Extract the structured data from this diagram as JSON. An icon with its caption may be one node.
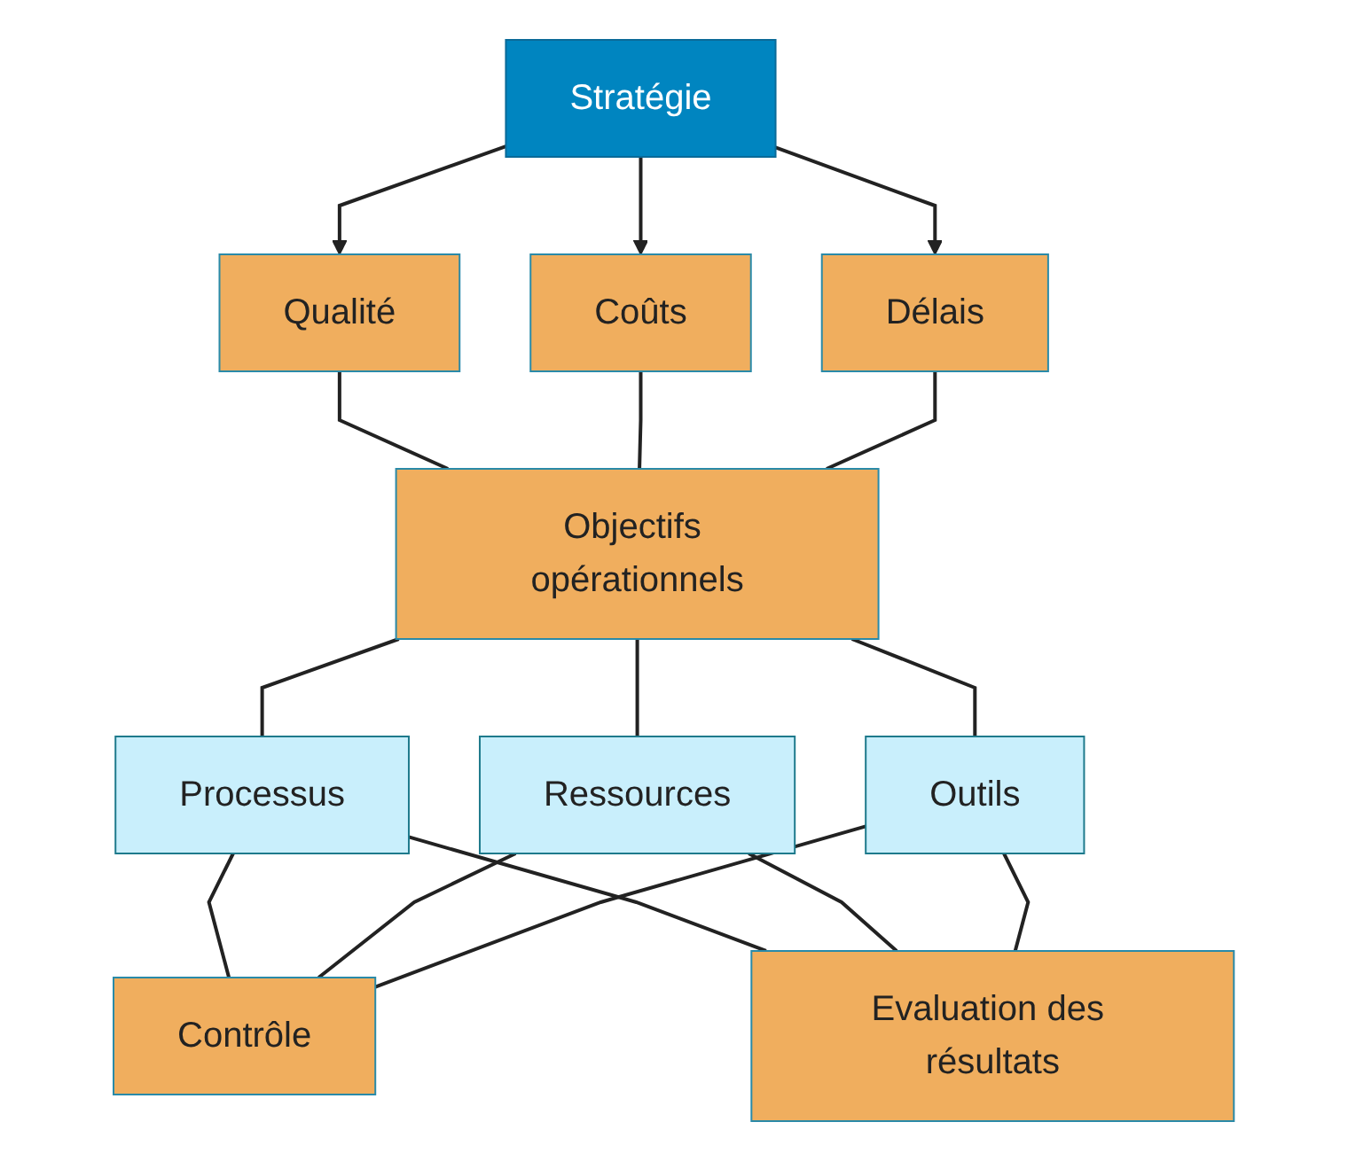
{
  "diagram": {
    "nodes": [
      {
        "text": [
          "Stratégie"
        ]
      },
      {
        "text": [
          "Qualité"
        ]
      },
      {
        "text": [
          "Coûts"
        ]
      },
      {
        "text": [
          "Délais"
        ]
      },
      {
        "text": [
          "Objectifs opérationnels"
        ]
      },
      {
        "text": [
          "Processus"
        ]
      },
      {
        "text": [
          "Ressources"
        ]
      },
      {
        "text": [
          "Outils"
        ]
      },
      {
        "text": [
          "Contrôle"
        ]
      },
      {
        "text": [
          "Evaluation des résultats"
        ]
      }
    ],
    "edges": [
      {
        "from": 0,
        "to": 1,
        "arrow": "to"
      },
      {
        "from": 0,
        "to": 2,
        "arrow": "to"
      },
      {
        "from": 0,
        "to": 3,
        "arrow": "to"
      },
      {
        "from": 1,
        "to": 4,
        "arrow": "none"
      },
      {
        "from": 2,
        "to": 4,
        "arrow": "none"
      },
      {
        "from": 3,
        "to": 4,
        "arrow": "none"
      },
      {
        "from": 4,
        "to": 5,
        "arrow": "none"
      },
      {
        "from": 4,
        "to": 6,
        "arrow": "none"
      },
      {
        "from": 4,
        "to": 7,
        "arrow": "none"
      },
      {
        "from": 5,
        "to": 8,
        "arrow": "none"
      },
      {
        "from": 5,
        "to": 9,
        "arrow": "none"
      },
      {
        "from": 6,
        "to": 8,
        "arrow": "none"
      },
      {
        "from": 6,
        "to": 9,
        "arrow": "none"
      },
      {
        "from": 7,
        "to": 8,
        "arrow": "none"
      },
      {
        "from": 7,
        "to": 9,
        "arrow": "none"
      }
    ]
  }
}
